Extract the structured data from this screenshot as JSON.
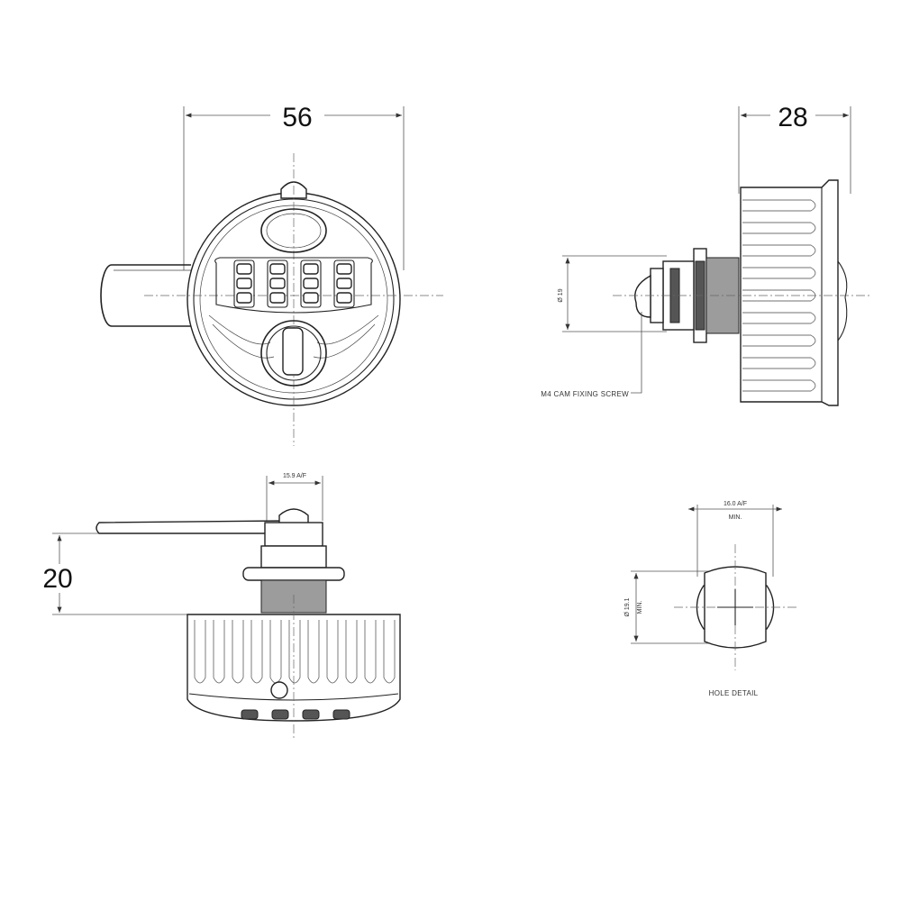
{
  "dimensions": {
    "width": "56",
    "depth": "28",
    "height": "20",
    "stem_dia": "Ø 19",
    "nut_af": "15.9 A/F",
    "hole_af": "16.0 A/F",
    "hole_af_note": "MIN.",
    "hole_dia": "Ø 19.1",
    "hole_dia_note": "MIN."
  },
  "labels": {
    "cam_screw": "M4 CAM FIXING SCREW",
    "hole_detail": "HOLE DETAIL"
  },
  "keypad": {
    "columns": 4,
    "rows": 3
  }
}
